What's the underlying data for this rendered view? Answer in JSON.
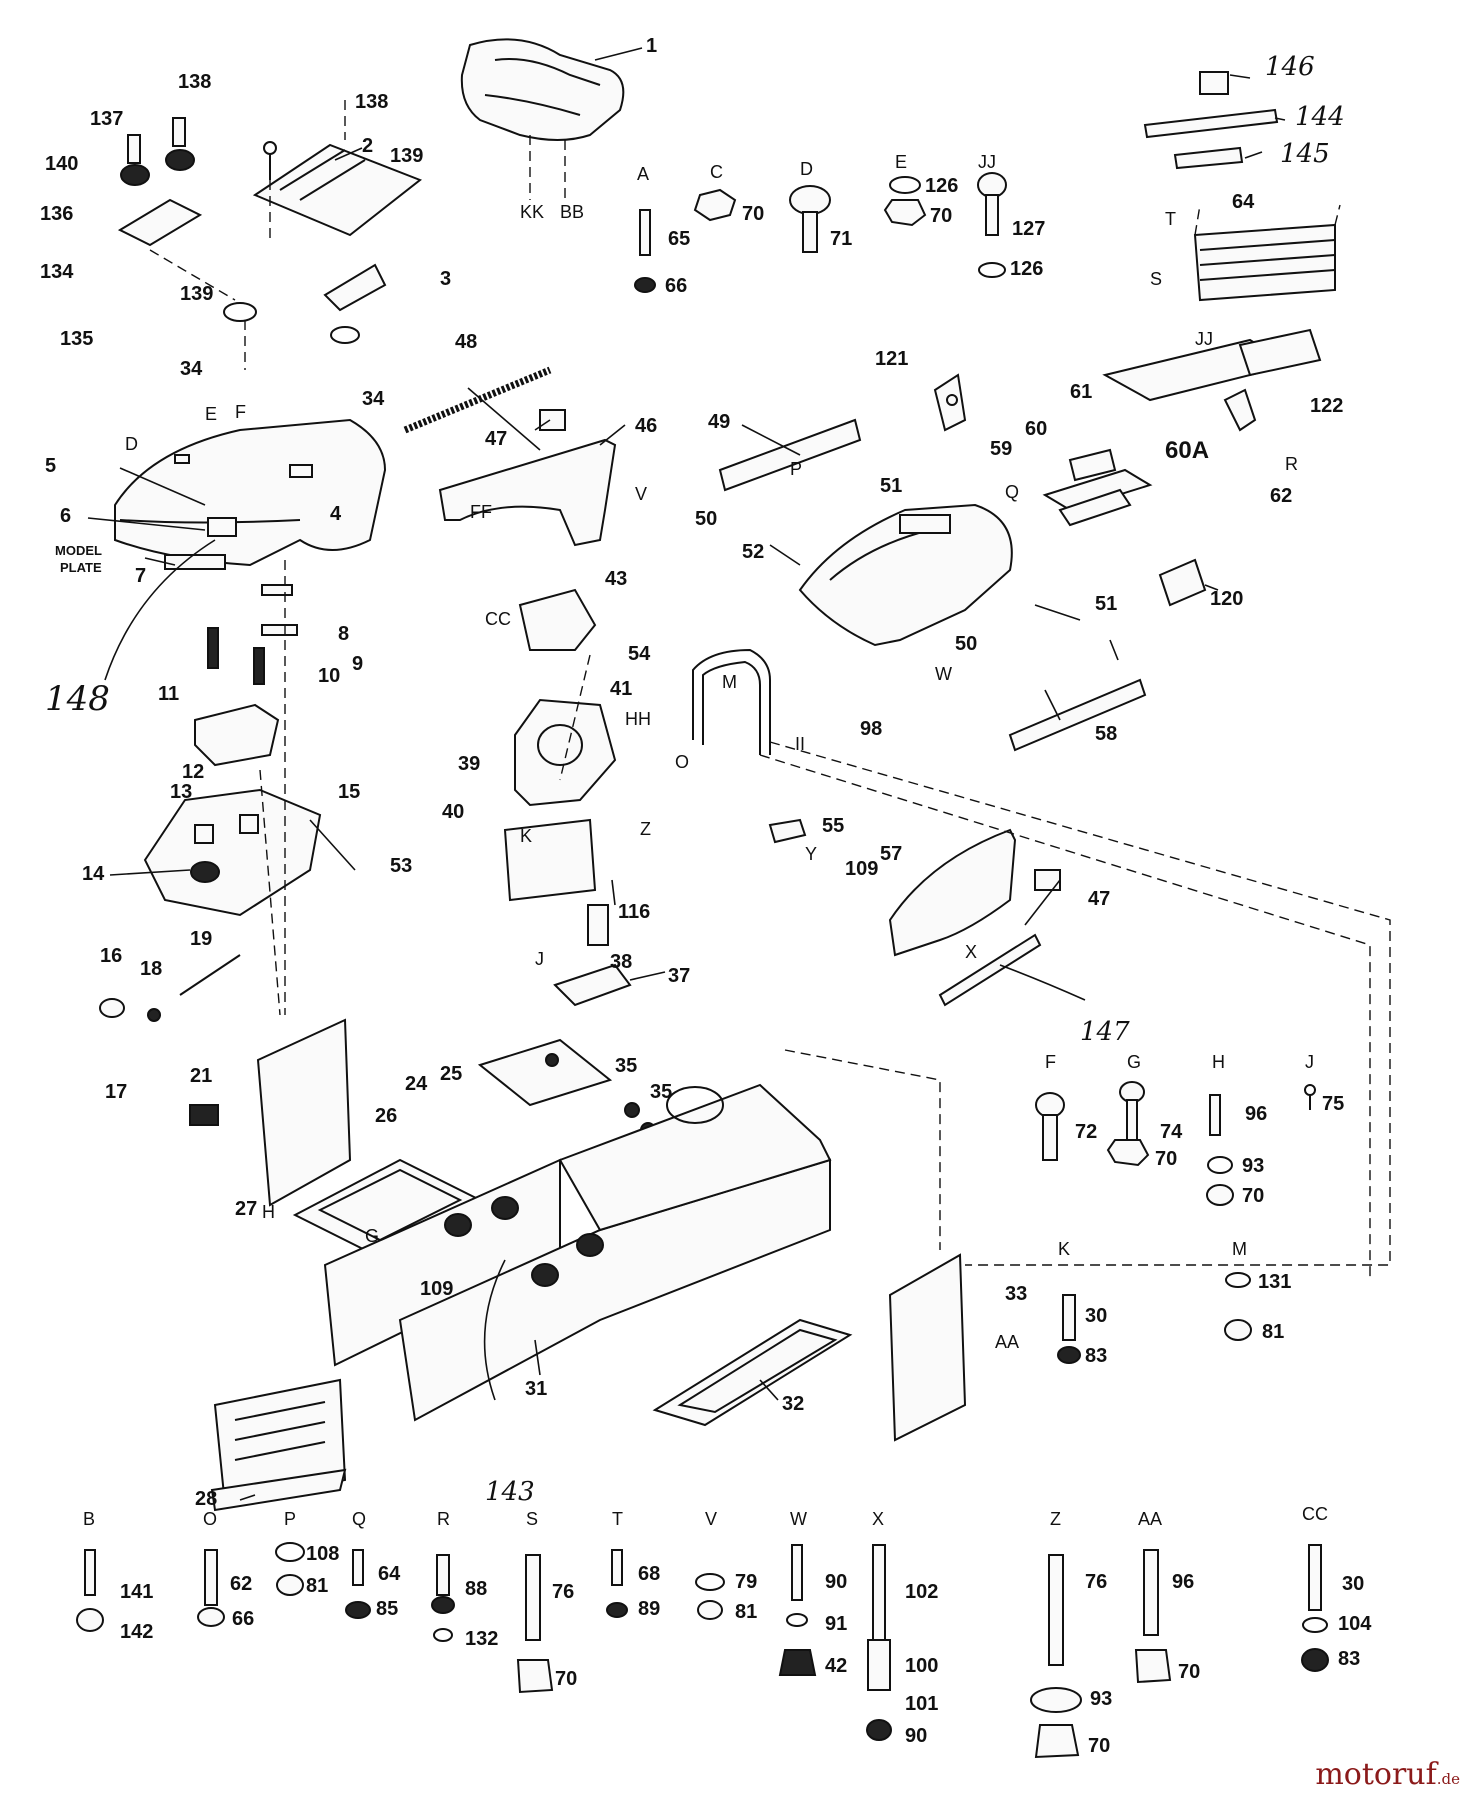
{
  "brand": {
    "name": "motoruf",
    "tld": ".de",
    "color": "#8b1a1a"
  },
  "part_labels": [
    "1",
    "2",
    "3",
    "4",
    "5",
    "6",
    "7",
    "8",
    "9",
    "10",
    "11",
    "12",
    "13",
    "14",
    "15",
    "16",
    "17",
    "18",
    "19",
    "21",
    "24",
    "25",
    "26",
    "27",
    "28",
    "31",
    "32",
    "33",
    "34",
    "35",
    "37",
    "38",
    "39",
    "40",
    "41",
    "43",
    "46",
    "47",
    "48",
    "49",
    "50",
    "51",
    "52",
    "53",
    "54",
    "55",
    "57",
    "58",
    "59",
    "60",
    "60A",
    "61",
    "62",
    "64",
    "98",
    "109",
    "116",
    "120",
    "121",
    "122",
    "134",
    "135",
    "136",
    "137",
    "138",
    "139",
    "140",
    "143",
    "144",
    "145",
    "146",
    "147",
    "148"
  ],
  "model_plate": [
    "MODEL",
    "PLATE"
  ],
  "hardware_keys": [
    {
      "key": "A",
      "parts": [
        "65",
        "66"
      ]
    },
    {
      "key": "C",
      "parts": [
        "70"
      ]
    },
    {
      "key": "D",
      "parts": [
        "71"
      ]
    },
    {
      "key": "E",
      "parts": [
        "126",
        "70"
      ]
    },
    {
      "key": "JJ",
      "parts": [
        "127",
        "126"
      ]
    },
    {
      "key": "F",
      "parts": [
        "72",
        "70"
      ]
    },
    {
      "key": "G",
      "parts": [
        "74"
      ]
    },
    {
      "key": "H",
      "parts": [
        "96",
        "93",
        "70"
      ]
    },
    {
      "key": "J",
      "parts": [
        "75"
      ]
    },
    {
      "key": "K",
      "parts": [
        "30",
        "83"
      ]
    },
    {
      "key": "M",
      "parts": [
        "131",
        "81"
      ]
    },
    {
      "key": "B",
      "parts": [
        "141",
        "142"
      ]
    },
    {
      "key": "O",
      "parts": [
        "62",
        "66"
      ]
    },
    {
      "key": "P",
      "parts": [
        "108",
        "81"
      ]
    },
    {
      "key": "Q",
      "parts": [
        "64",
        "85"
      ]
    },
    {
      "key": "R",
      "parts": [
        "88",
        "132"
      ]
    },
    {
      "key": "S",
      "parts": [
        "76",
        "70"
      ]
    },
    {
      "key": "T",
      "parts": [
        "68",
        "89"
      ]
    },
    {
      "key": "V",
      "parts": [
        "79",
        "81"
      ]
    },
    {
      "key": "W",
      "parts": [
        "90",
        "91",
        "42"
      ]
    },
    {
      "key": "X",
      "parts": [
        "102",
        "100",
        "101",
        "90"
      ]
    },
    {
      "key": "Z",
      "parts": [
        "76",
        "93",
        "70"
      ]
    },
    {
      "key": "AA",
      "parts": [
        "96",
        "70"
      ]
    },
    {
      "key": "CC",
      "parts": [
        "30",
        "104",
        "83"
      ]
    }
  ],
  "ref_letters": [
    "KK",
    "BB",
    "CC",
    "HH",
    "II",
    "JJ",
    "AA",
    "FF",
    "D",
    "E",
    "F",
    "G",
    "H",
    "J",
    "K",
    "M",
    "O",
    "P",
    "Q",
    "R",
    "S",
    "T",
    "V",
    "W",
    "X",
    "Y",
    "Z"
  ]
}
